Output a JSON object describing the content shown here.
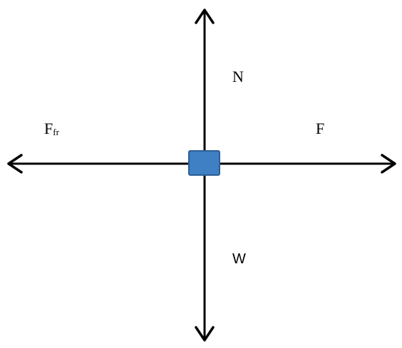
{
  "diagram": {
    "labels": {
      "normal_force": "N",
      "applied_force": "F",
      "friction_force": "F",
      "friction_subscript": "fr",
      "weight": "W"
    },
    "colors": {
      "arrow": "#000000",
      "box_fill": "#3f7fc4",
      "box_stroke": "#2d5f96",
      "text": "#000000"
    }
  }
}
